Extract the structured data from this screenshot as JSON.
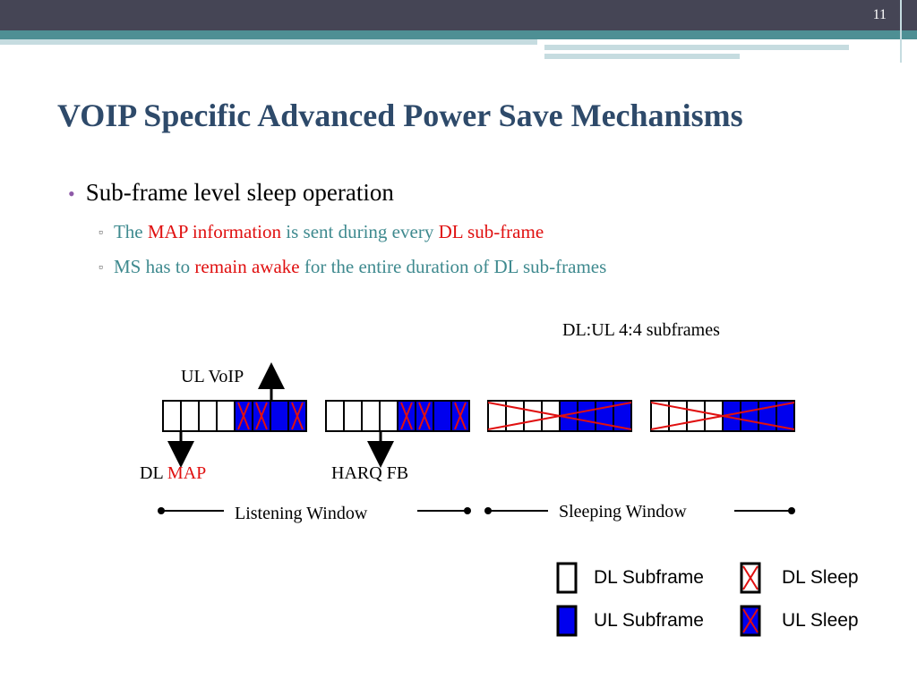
{
  "slide_number": "11",
  "title": "VOIP Specific Advanced Power Save Mechanisms",
  "bullet": "Sub-frame level sleep operation",
  "sub1": {
    "p1": "The",
    "p2": "MAP information",
    "p3": "is sent during every",
    "p4": "DL sub-frame"
  },
  "sub2": {
    "p1": "MS has to",
    "p2": "remain awake",
    "p3": "for the entire duration of DL sub-frames"
  },
  "diagram": {
    "ratio_label": "DL:UL 4:4 subframes",
    "ul_voip": "UL VoIP",
    "dl_label": "DL",
    "map_label": "MAP",
    "harq_label": "HARQ FB",
    "listening_window": "Listening Window",
    "sleeping_window": "Sleeping Window"
  },
  "legend": {
    "dl_subframe": "DL Subframe",
    "dl_sleep": "DL Sleep",
    "ul_subframe": "UL Subframe",
    "ul_sleep": "UL Sleep"
  },
  "colors": {
    "ul": "#0000ee",
    "sleep_mark": "#e01010",
    "title": "#2e4a6a",
    "subtext": "#3f8a8f"
  }
}
